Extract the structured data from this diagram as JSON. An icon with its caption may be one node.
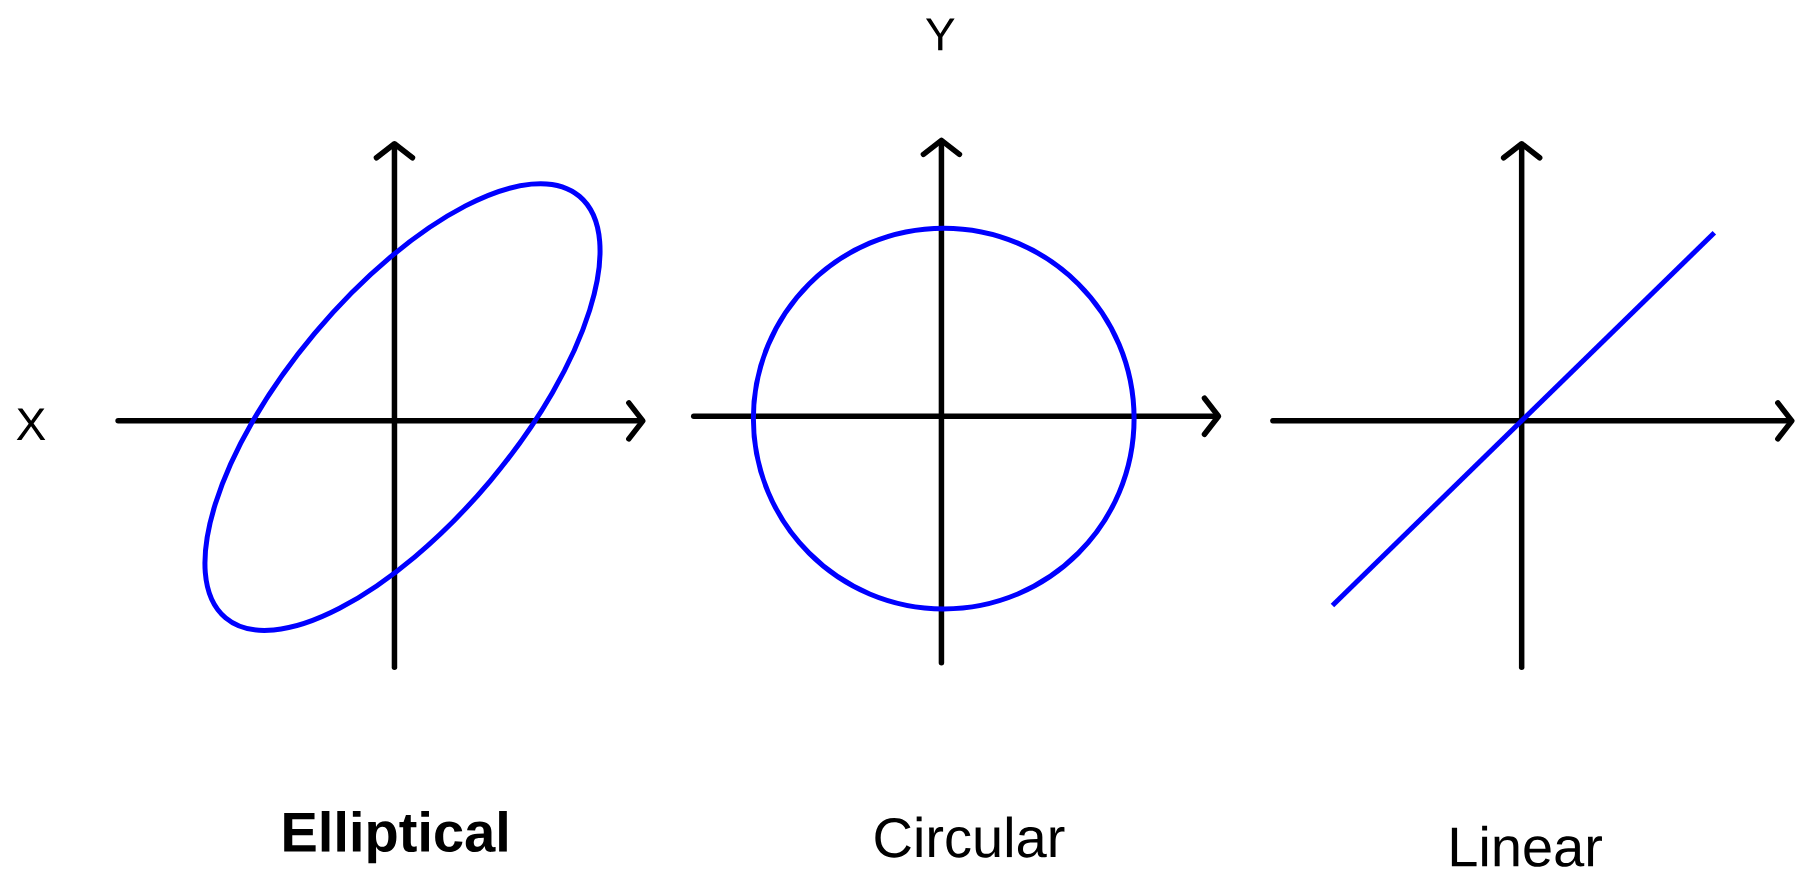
{
  "diagram": {
    "labels": [
      "Y",
      "X",
      "Elliptical",
      "Circular",
      "Linear"
    ]
  }
}
